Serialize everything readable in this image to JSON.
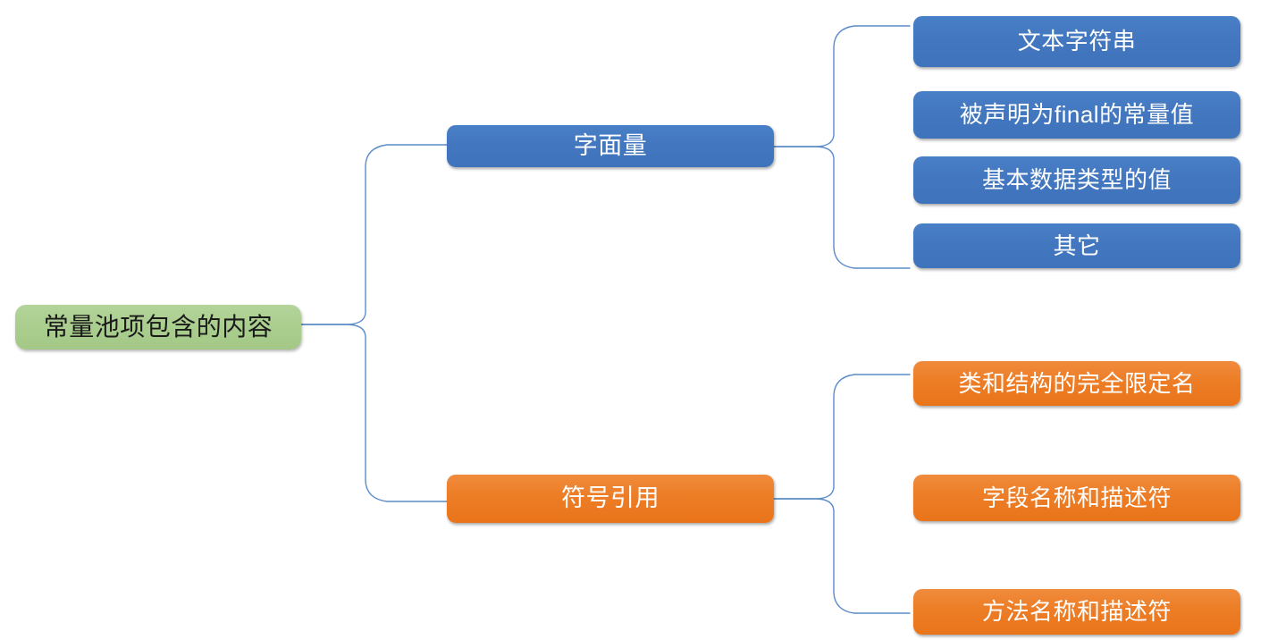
{
  "diagram": {
    "type": "mind-map-bracket",
    "title_node": {
      "label": "常量池项包含的内容",
      "color": "#a9cd8d",
      "text_color": "#1a1a1a"
    },
    "branches": [
      {
        "label": "字面量",
        "color": "#4277bf",
        "children": [
          {
            "label": "文本字符串",
            "color": "#4277bf"
          },
          {
            "label": "被声明为final的常量值",
            "color": "#4277bf"
          },
          {
            "label": "基本数据类型的值",
            "color": "#4277bf"
          },
          {
            "label": "其它",
            "color": "#4277bf"
          }
        ]
      },
      {
        "label": "符号引用",
        "color": "#ed7d26",
        "children": [
          {
            "label": "类和结构的完全限定名",
            "color": "#ed7d26"
          },
          {
            "label": "字段名称和描述符",
            "color": "#ed7d26"
          },
          {
            "label": "方法名称和描述符",
            "color": "#ed7d26"
          }
        ]
      }
    ],
    "connector_color": "#5b8bc8"
  }
}
